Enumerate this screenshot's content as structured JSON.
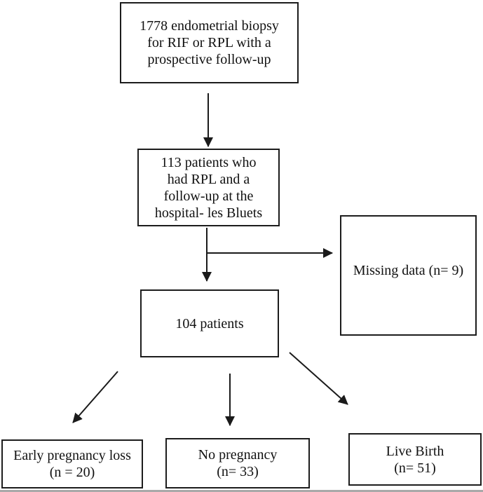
{
  "diagram": {
    "type": "flowchart",
    "nodes": {
      "initial": {
        "lines": [
          "1778 endometrial biopsy",
          "for RIF or RPL with a",
          "prospective follow-up"
        ],
        "text": "1778 endometrial biopsy for RIF or RPL with a prospective follow-up"
      },
      "rpl": {
        "lines": [
          "113 patients who",
          "had RPL and a",
          "follow-up at the",
          "hospital- les Bluets"
        ],
        "text": "113 patients who had RPL and a follow-up at the hospital- les Bluets"
      },
      "missing": {
        "lines": [
          "Missing data (n= 9)"
        ],
        "text": "Missing data (n= 9)"
      },
      "patients104": {
        "lines": [
          "104 patients"
        ],
        "text": "104 patients"
      },
      "earlyLoss": {
        "lines": [
          "Early pregnancy loss",
          "(n = 20)"
        ],
        "text": "Early pregnancy loss (n = 20)"
      },
      "noPregnancy": {
        "lines": [
          "No pregnancy",
          "(n= 33)"
        ],
        "text": "No pregnancy (n= 33)"
      },
      "liveBirth": {
        "lines": [
          "Live Birth",
          "(n= 51)"
        ],
        "text": "Live Birth (n= 51)"
      }
    },
    "edges": [
      {
        "from": "initial",
        "to": "rpl"
      },
      {
        "from": "rpl",
        "to": "patients104"
      },
      {
        "from": "rpl",
        "to": "missing"
      },
      {
        "from": "patients104",
        "to": "earlyLoss"
      },
      {
        "from": "patients104",
        "to": "noPregnancy"
      },
      {
        "from": "patients104",
        "to": "liveBirth"
      }
    ],
    "colors": {
      "line": "#1a1a1a",
      "text": "#111111",
      "background": "#ffffff",
      "bottom_rule": "#a9a9a9"
    }
  }
}
